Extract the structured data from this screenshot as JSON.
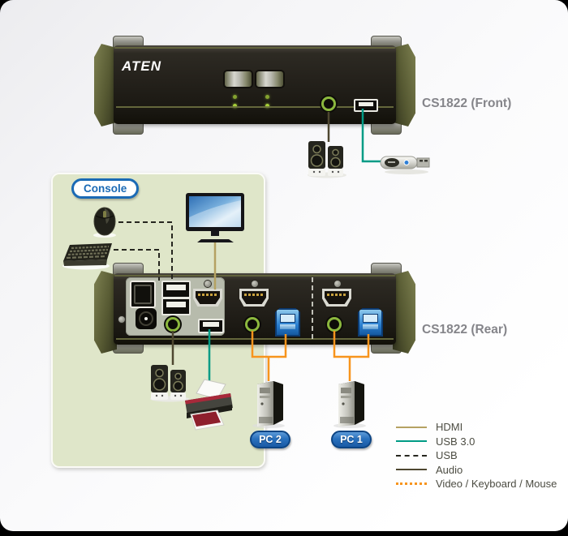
{
  "front_device": {
    "logo": "ATEN",
    "label": "CS1822 (Front)"
  },
  "rear_device": {
    "label": "CS1822 (Rear)"
  },
  "console": {
    "badge_label": "Console"
  },
  "pc_labels": {
    "pc2": "PC 2",
    "pc1": "PC 1"
  },
  "legend": {
    "items": [
      {
        "label": "HDMI",
        "color": "#b5a262",
        "style": "solid"
      },
      {
        "label": "USB 3.0",
        "color": "#009b85",
        "style": "solid"
      },
      {
        "label": "USB",
        "color": "#26261f",
        "style": "dashed"
      },
      {
        "label": "Audio",
        "color": "#4e4730",
        "style": "solid"
      },
      {
        "label": "Video / Keyboard / Mouse",
        "color": "#f7941d",
        "style": "dotted"
      }
    ]
  },
  "colors": {
    "card_bg": "#f6f6f8",
    "console_panel": "#dfe6c9",
    "device_body": "#24211b",
    "device_accent": "#6d7040",
    "badge_blue": "#1a6ab5",
    "label_gray": "#85858a",
    "legend_text": "#4c4c42",
    "led_green": "#a6cf39",
    "audio_jack_ring": "#8cb83e",
    "usb_b_blue": "#2a7fd0"
  },
  "icons": {
    "mouse": "mouse-icon",
    "keyboard": "keyboard-icon",
    "monitor": "monitor-icon",
    "speakers": "speakers-icon",
    "printer": "printer-icon",
    "usb_flash_drive": "usb-flash-drive-icon",
    "pc_tower": "pc-tower-icon"
  }
}
